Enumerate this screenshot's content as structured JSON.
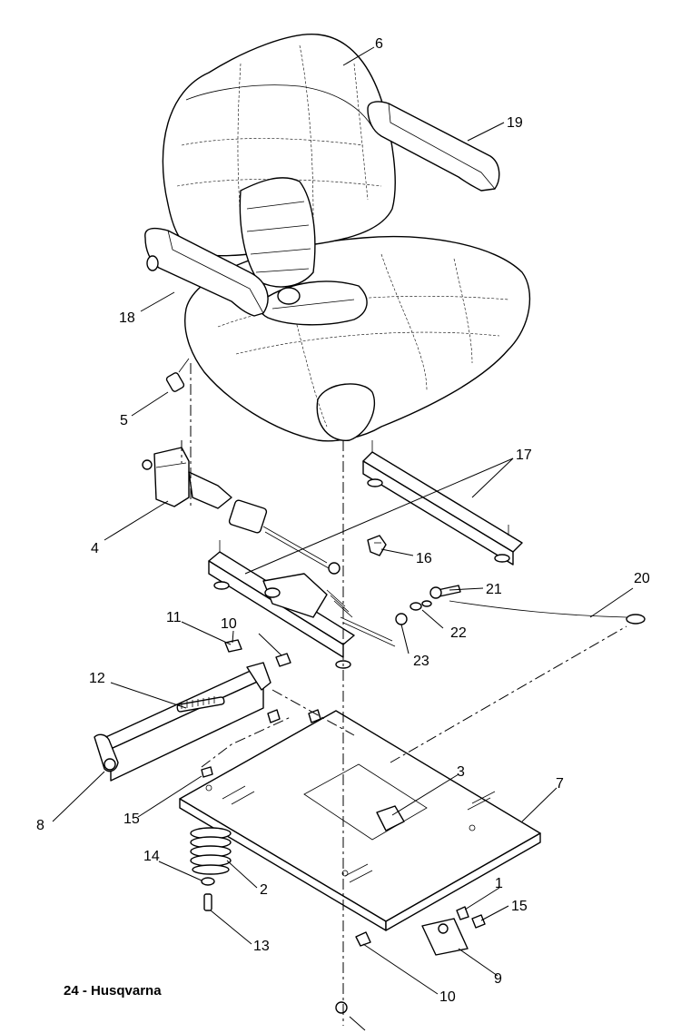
{
  "footer": {
    "page_label": "24 - Husqvarna"
  },
  "callouts": {
    "c1": "1",
    "c2": "2",
    "c3": "3",
    "c4": "4",
    "c5": "5",
    "c6": "6",
    "c7": "7",
    "c8": "8",
    "c9": "9",
    "c10a": "10",
    "c10b": "10",
    "c11": "11",
    "c12": "12",
    "c13": "13",
    "c14": "14",
    "c15a": "15",
    "c15b": "15",
    "c16": "16",
    "c17": "17",
    "c18": "18",
    "c19": "19",
    "c20": "20",
    "c21": "21",
    "c22": "22",
    "c23": "23"
  }
}
